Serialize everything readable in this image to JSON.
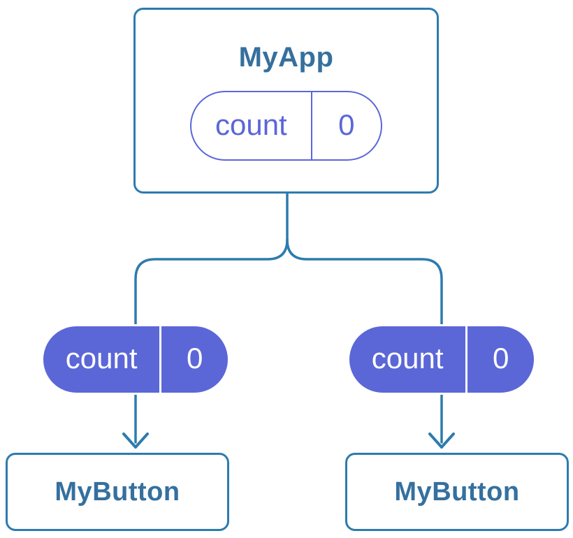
{
  "colors": {
    "background": "#ffffff",
    "connector_blue": "#2d7bae",
    "title_blue": "#35709e",
    "state_purple": "#5b67d7",
    "state_purple_stroke": "#5c66d8",
    "pill_text_light": "#ffffff",
    "card_fill": "#ffffff"
  },
  "parent": {
    "label": "MyApp",
    "state": {
      "key": "count",
      "value": "0"
    }
  },
  "children": [
    {
      "label": "MyButton",
      "state": {
        "key": "count",
        "value": "0"
      }
    },
    {
      "label": "MyButton",
      "state": {
        "key": "count",
        "value": "0"
      }
    }
  ]
}
